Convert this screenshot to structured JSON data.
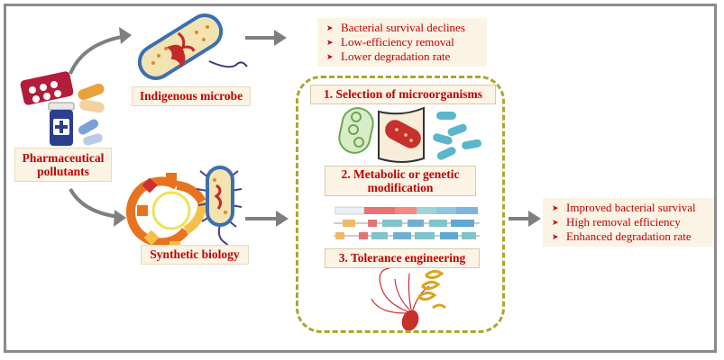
{
  "inputs": {
    "source_label_line1": "Pharmaceutical",
    "source_label_line2": "pollutants",
    "indigenous_label": "Indigenous microbe",
    "synthetic_label": "Synthetic biology"
  },
  "top_outcomes": [
    "Bacterial survival declines",
    "Low-efficiency removal",
    "Lower degradation rate"
  ],
  "steps": [
    {
      "label": "1. Selection of microorganisms"
    },
    {
      "label_line1": "2. Metabolic or genetic",
      "label_line2": "modification"
    },
    {
      "label": "3. Tolerance engineering"
    }
  ],
  "bottom_outcomes": [
    "Improved bacterial survival",
    "High removal efficiency",
    "Enhanced degradation rate"
  ],
  "colors": {
    "label_text": "#c00000",
    "label_bg": "#fbf3e4",
    "arrow": "#7f7f7f",
    "dashed_border": "#a7a92a",
    "frame": "#8a8a8a"
  }
}
